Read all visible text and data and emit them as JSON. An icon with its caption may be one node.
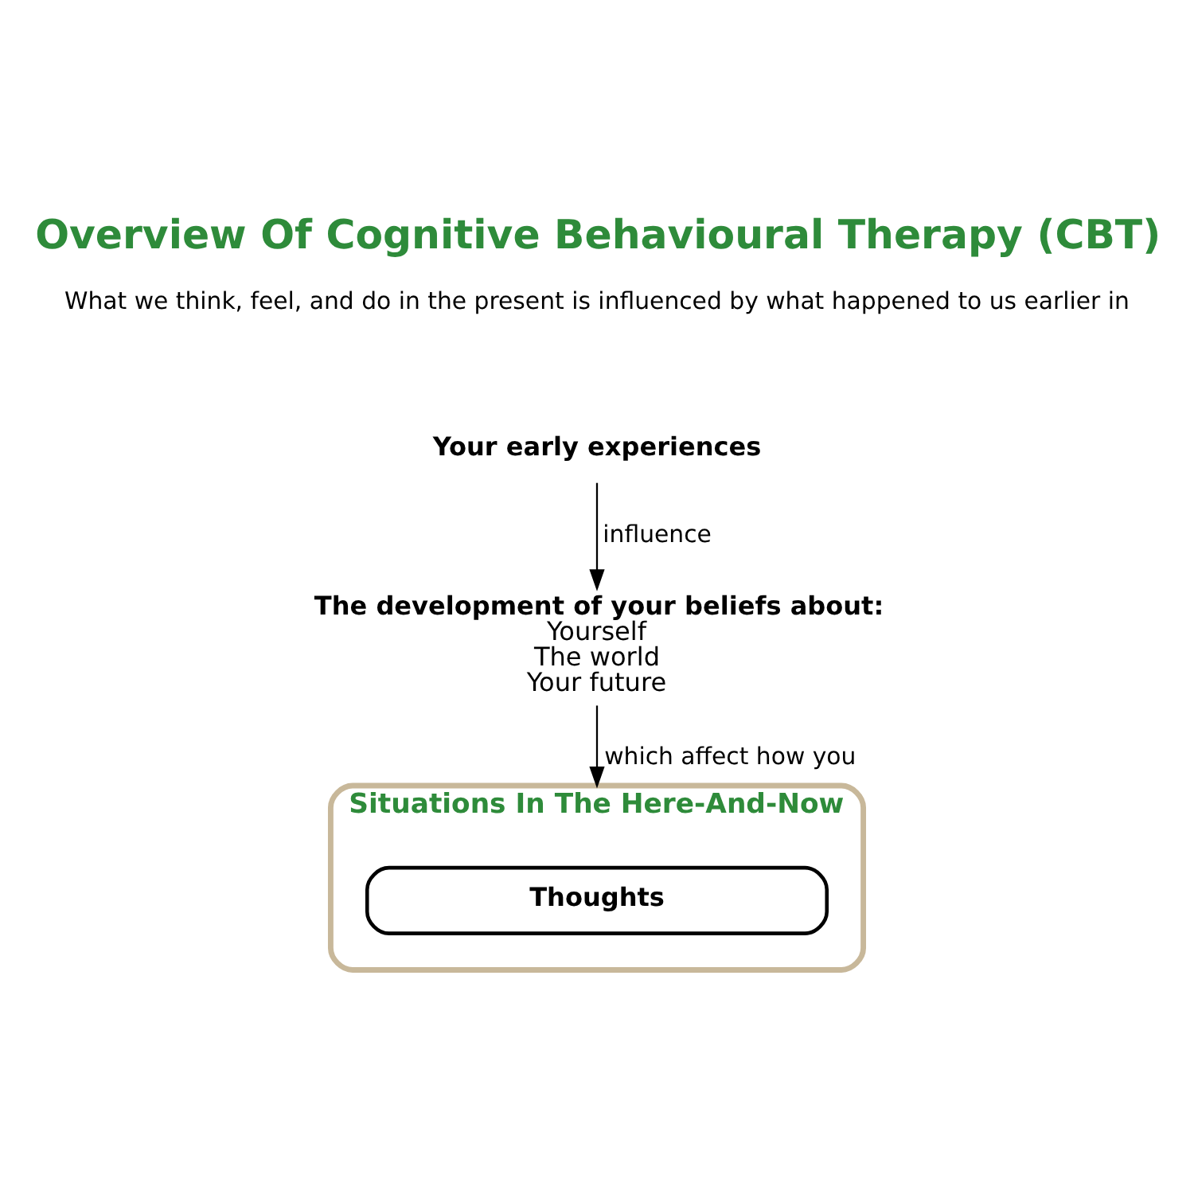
{
  "diagram": {
    "title": "Overview Of Cognitive Behavioural Therapy (CBT)",
    "nodes": [
      {
        "text": [
          "Your early experiences"
        ]
      },
      {
        "text": [
          "The development of your beliefs about:",
          "Yourself",
          "The world",
          "Your future"
        ]
      },
      {
        "text": [
          "Situations In The Here-And-Now"
        ]
      },
      {
        "text": [
          "Thoughts"
        ],
        "in": 2
      }
    ],
    "edges": [
      {
        "from": 0,
        "to": 1,
        "arrow": "to",
        "label": "influence"
      },
      {
        "from": 1,
        "to": 2,
        "arrow": "to",
        "label": "which affect how you"
      }
    ],
    "labels": [
      "What we think, feel, and do in the present is influenced by what happened to us earlier in"
    ]
  }
}
